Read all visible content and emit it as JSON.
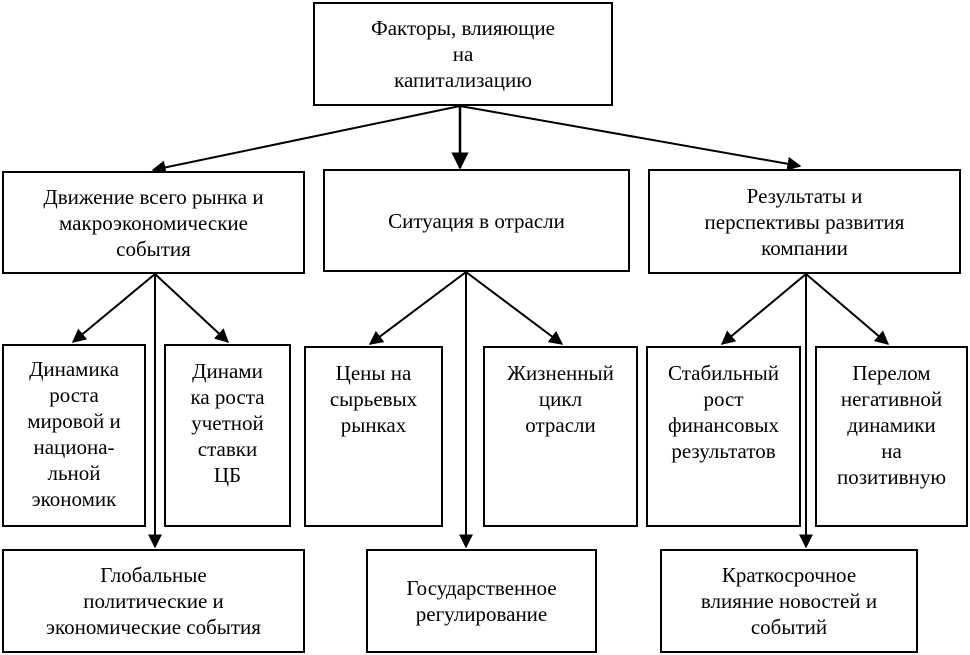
{
  "root": {
    "label": "Факторы, влияющие\nна\nкапитализацию"
  },
  "categories": [
    {
      "label": "Движение всего рынка и\nмакроэкономические\nсобытия"
    },
    {
      "label": "Ситуация в отрасли"
    },
    {
      "label": "Результаты и\nперспективы развития\nкомпании"
    }
  ],
  "leaves": [
    {
      "label": "Динамика\nроста\nмировой и\nнациона-\nльной\nэкономик"
    },
    {
      "label": "Динами\nка роста\nучетной\nставки\nЦБ"
    },
    {
      "label": "Глобальные\nполитические и\nэкономические события"
    },
    {
      "label": "Цены на\nсырьевых\nрынках"
    },
    {
      "label": "Жизненный\nцикл\nотрасли"
    },
    {
      "label": "Государственное\nрегулирование"
    },
    {
      "label": "Стабильный\nрост\nфинансовых\nрезультатов"
    },
    {
      "label": "Перелом\nнегативной\nдинамики\nна\nпозитивную"
    },
    {
      "label": "Краткосрочное\nвлияние новостей и\nсобытий"
    }
  ]
}
